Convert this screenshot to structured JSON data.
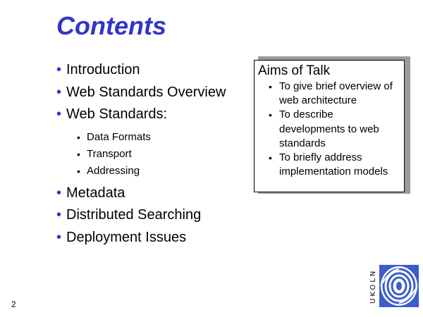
{
  "slide": {
    "title": "Contents",
    "page_number": "2"
  },
  "contents": {
    "items_top": [
      "Introduction",
      "Web Standards Overview",
      "Web Standards:"
    ],
    "subitems": [
      "Data Formats",
      "Transport",
      "Addressing"
    ],
    "items_bottom": [
      "Metadata",
      "Distributed Searching",
      "Deployment Issues"
    ],
    "bullet": "•"
  },
  "aims": {
    "title": "Aims of Talk",
    "items": [
      "To give brief overview of web architecture",
      "To describe developments to web standards",
      "To briefly address implementation models"
    ]
  },
  "logo": {
    "text": "UKOLN",
    "icon": "ukoln-swirl-logo"
  },
  "colors": {
    "title": "#3333cc",
    "bullet": "#3333cc",
    "shadow": "#9a9a9a"
  }
}
